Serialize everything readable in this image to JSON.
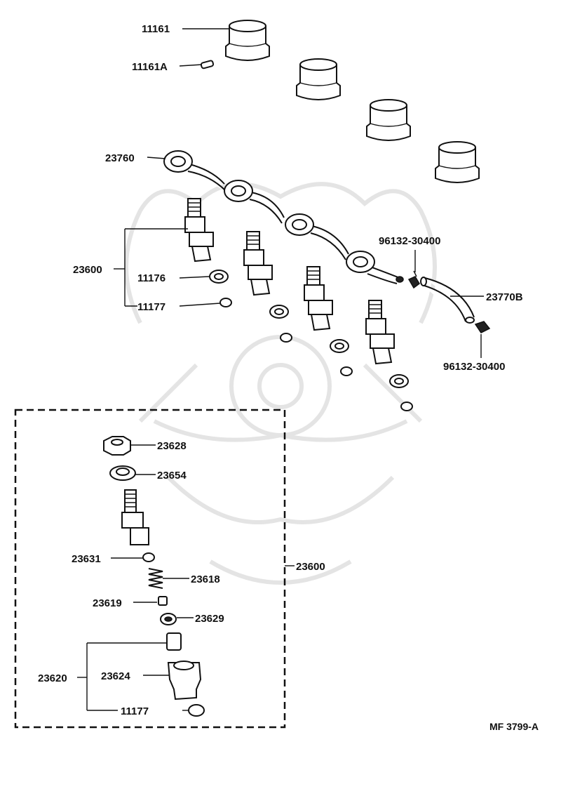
{
  "labels": {
    "nozzle_holder_seat": "11161",
    "seat_pin": "11161A",
    "injection_pipe": "23760",
    "injector_assy_group": "23600",
    "injector_assy_box": "23600",
    "gasket_11176": "11176",
    "gasket_11177_top": "11177",
    "gasket_11177_bottom": "11177",
    "clip_upper": "96132-30400",
    "clip_lower": "96132-30400",
    "leakage_hose": "23770B",
    "nut_23628": "23628",
    "washer_23654": "23654",
    "part_23631": "23631",
    "spring_23618": "23618",
    "part_23619": "23619",
    "part_23629": "23629",
    "nozzle_group_23620": "23620",
    "nozzle_23624": "23624"
  },
  "figure_ref": "MF 3799-A"
}
